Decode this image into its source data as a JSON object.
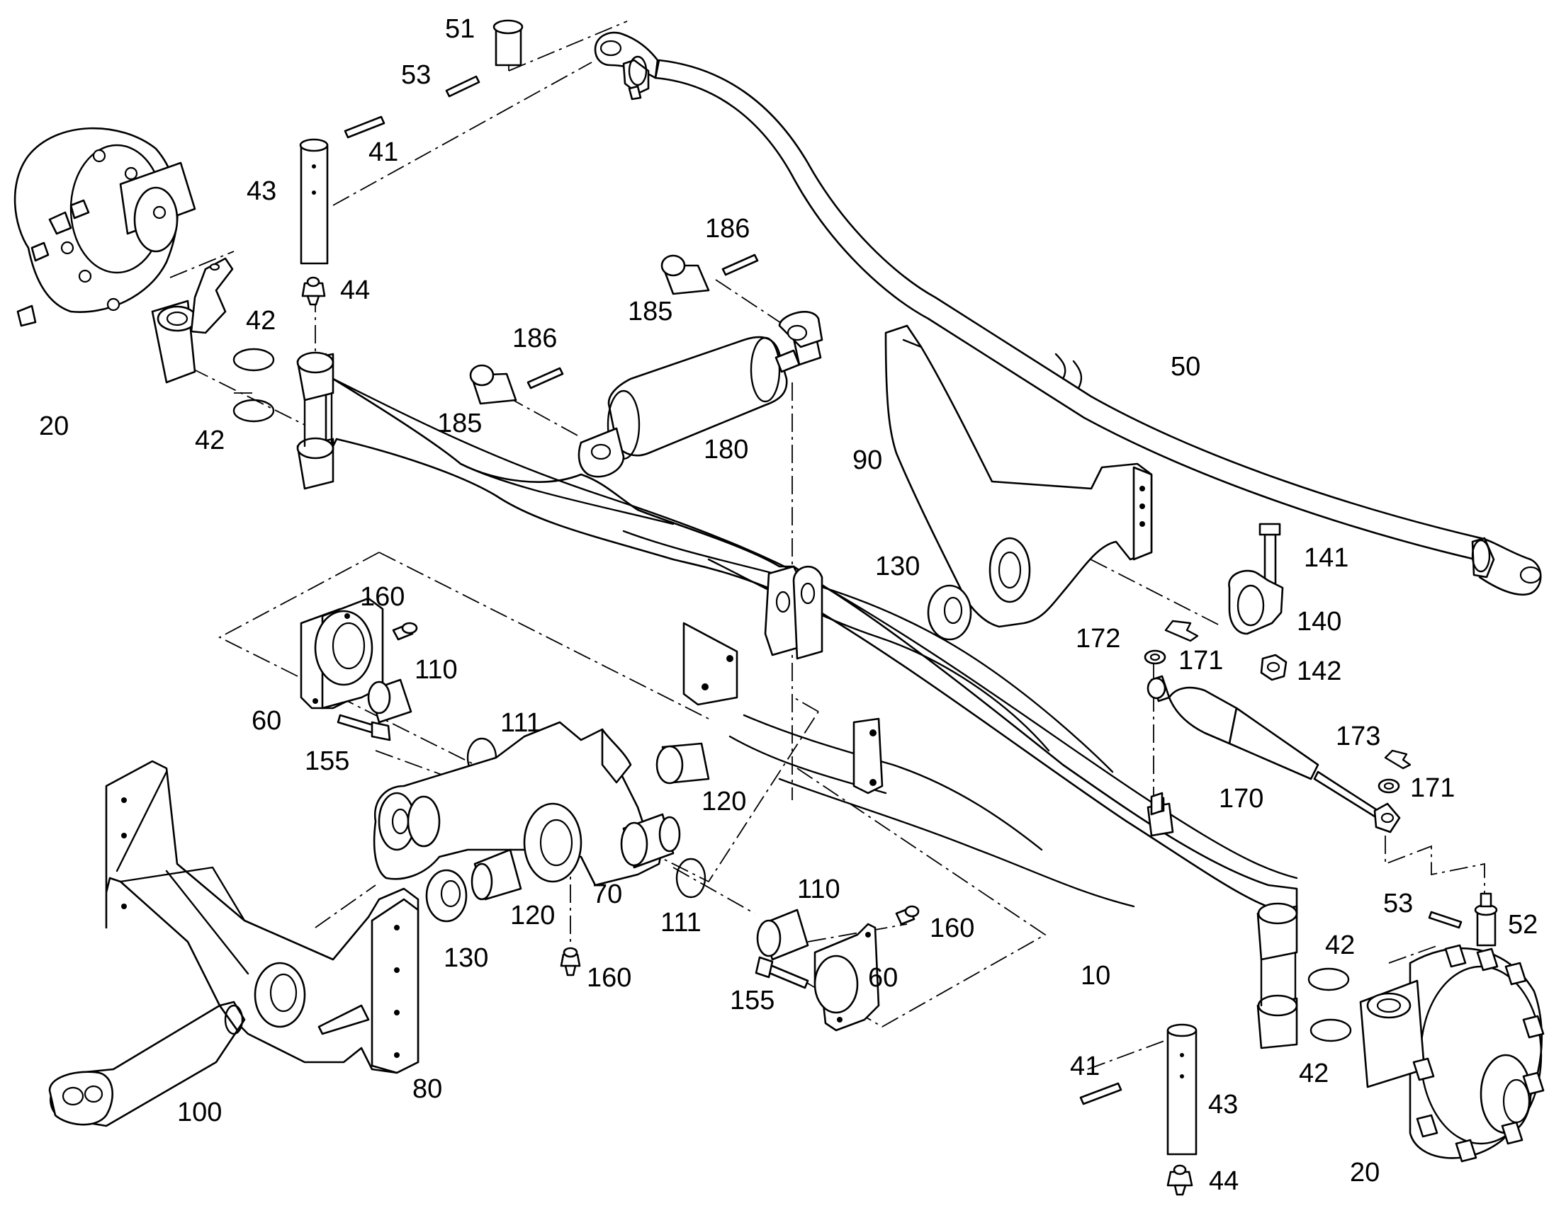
{
  "callouts": [
    {
      "id": "c-51a",
      "text": "51"
    },
    {
      "id": "c-53a",
      "text": "53"
    },
    {
      "id": "c-41a",
      "text": "41"
    },
    {
      "id": "c-43a",
      "text": "43"
    },
    {
      "id": "c-44a",
      "text": "44"
    },
    {
      "id": "c-42a",
      "text": "42"
    },
    {
      "id": "c-42b",
      "text": "42"
    },
    {
      "id": "c-20a",
      "text": "20"
    },
    {
      "id": "c-186a",
      "text": "186"
    },
    {
      "id": "c-185a",
      "text": "185"
    },
    {
      "id": "c-186b",
      "text": "186"
    },
    {
      "id": "c-185b",
      "text": "185"
    },
    {
      "id": "c-180",
      "text": "180"
    },
    {
      "id": "c-50",
      "text": "50"
    },
    {
      "id": "c-90",
      "text": "90"
    },
    {
      "id": "c-130a",
      "text": "130"
    },
    {
      "id": "c-141",
      "text": "141"
    },
    {
      "id": "c-140",
      "text": "140"
    },
    {
      "id": "c-142",
      "text": "142"
    },
    {
      "id": "c-172",
      "text": "172"
    },
    {
      "id": "c-171a",
      "text": "171"
    },
    {
      "id": "c-160a",
      "text": "160"
    },
    {
      "id": "c-110a",
      "text": "110"
    },
    {
      "id": "c-60a",
      "text": "60"
    },
    {
      "id": "c-155a",
      "text": "155"
    },
    {
      "id": "c-111a",
      "text": "111"
    },
    {
      "id": "c-120a",
      "text": "120"
    },
    {
      "id": "c-173",
      "text": "173"
    },
    {
      "id": "c-171b",
      "text": "171"
    },
    {
      "id": "c-170",
      "text": "170"
    },
    {
      "id": "c-70",
      "text": "70"
    },
    {
      "id": "c-120b",
      "text": "120"
    },
    {
      "id": "c-111b",
      "text": "111"
    },
    {
      "id": "c-110b",
      "text": "110"
    },
    {
      "id": "c-160b",
      "text": "160"
    },
    {
      "id": "c-130b",
      "text": "130"
    },
    {
      "id": "c-160c",
      "text": "160"
    },
    {
      "id": "c-155b",
      "text": "155"
    },
    {
      "id": "c-60b",
      "text": "60"
    },
    {
      "id": "c-10",
      "text": "10"
    },
    {
      "id": "c-53b",
      "text": "53"
    },
    {
      "id": "c-52",
      "text": "52"
    },
    {
      "id": "c-42c",
      "text": "42"
    },
    {
      "id": "c-42d",
      "text": "42"
    },
    {
      "id": "c-41b",
      "text": "41"
    },
    {
      "id": "c-43b",
      "text": "43"
    },
    {
      "id": "c-100",
      "text": "100"
    },
    {
      "id": "c-80",
      "text": "80"
    },
    {
      "id": "c-44b",
      "text": "44"
    },
    {
      "id": "c-20b",
      "text": "20"
    }
  ]
}
